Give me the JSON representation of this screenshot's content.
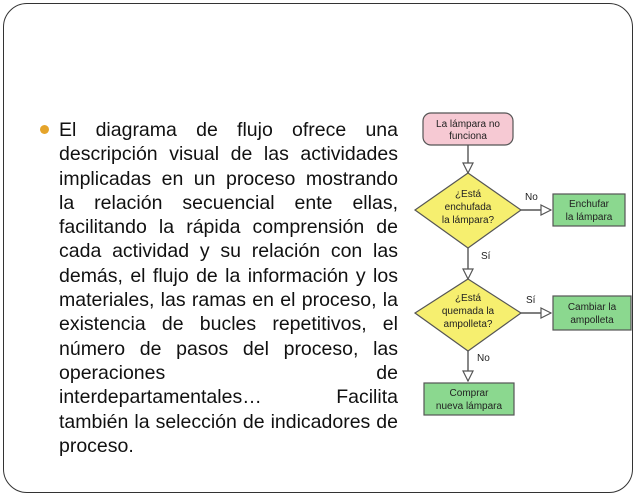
{
  "slide": {
    "paragraph": "El diagrama de flujo ofrece una descripción visual de las actividades implicadas en un proceso mostrando la relación secuencial ente ellas, facilitando la rápida comprensión de cada actividad y su relación con las demás, el flujo de la información y los materiales, las ramas en el proceso, la existencia de bucles repetitivos, el número de pasos del proceso, las operaciones de interdepartamentales… Facilita también la selección de indicadores de proceso."
  },
  "flowchart": {
    "start": [
      "La lámpara no",
      "funciona"
    ],
    "decision1": [
      "¿Está",
      "enchufada",
      "la lámpara?"
    ],
    "decision1_no": "No",
    "decision1_yes": "Sí",
    "action1": [
      "Enchufar",
      "la lámpara"
    ],
    "decision2": [
      "¿Está",
      "quemada la",
      "ampolleta?"
    ],
    "decision2_yes": "Sí",
    "decision2_no": "No",
    "action2": [
      "Cambiar la",
      "ampolleta"
    ],
    "end": [
      "Comprar",
      "nueva lámpara"
    ]
  },
  "colors": {
    "bullet": "#e5a42a",
    "start_fill": "#f6c9d3",
    "decision_fill": "#f6ef6f",
    "action_fill": "#8bd88f",
    "stroke": "#555555"
  }
}
